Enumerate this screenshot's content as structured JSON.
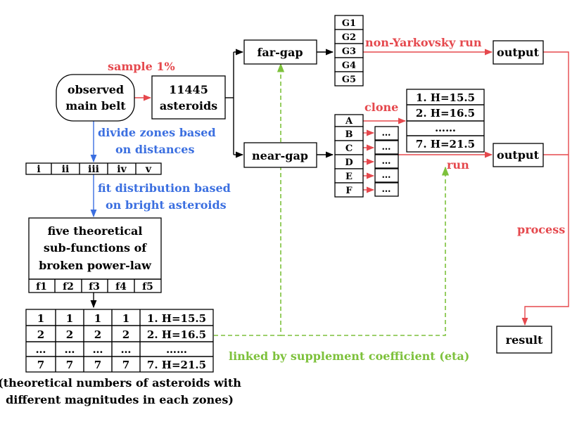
{
  "nodes": {
    "observed": [
      "observed",
      "main belt"
    ],
    "asteroids_count": "11445",
    "asteroids_label": "asteroids",
    "far_gap": "far-gap",
    "near_gap": "near-gap",
    "output_top": "output",
    "output_mid": "output",
    "result": "result",
    "subfunctions": [
      "five theoretical",
      "sub-functions of",
      "broken power-law"
    ]
  },
  "labels": {
    "sample": "sample 1%",
    "divide": [
      "divide zones based",
      "on distances"
    ],
    "fit": [
      "fit distribution based",
      "on bright asteroids"
    ],
    "non_yarkovsky": "non-Yarkovsky run",
    "clone": "clone",
    "run": "run",
    "process": "process",
    "linked": "linked by supplement coefficient (eta)",
    "caption": [
      "(theoretical numbers of asteroids with",
      "different magnitudes in each zones)"
    ]
  },
  "zones": [
    "i",
    "ii",
    "iii",
    "iv",
    "v"
  ],
  "functions": [
    "f1",
    "f2",
    "f3",
    "f4",
    "f5"
  ],
  "gap_groups": [
    "G1",
    "G2",
    "G3",
    "G4",
    "G5"
  ],
  "near_groups": [
    "A",
    "B",
    "C",
    "D",
    "E",
    "F"
  ],
  "ellipsis_small": "…",
  "clone_list": [
    "1. H=15.5",
    "2. H=16.5",
    "……",
    "7. H=21.5"
  ],
  "table": {
    "rows": [
      [
        "1",
        "1",
        "1",
        "1",
        "1. H=15.5"
      ],
      [
        "2",
        "2",
        "2",
        "2",
        "2. H=16.5"
      ],
      [
        "…",
        "…",
        "…",
        "…",
        "……"
      ],
      [
        "7",
        "7",
        "7",
        "7",
        "7. H=21.5"
      ]
    ]
  }
}
